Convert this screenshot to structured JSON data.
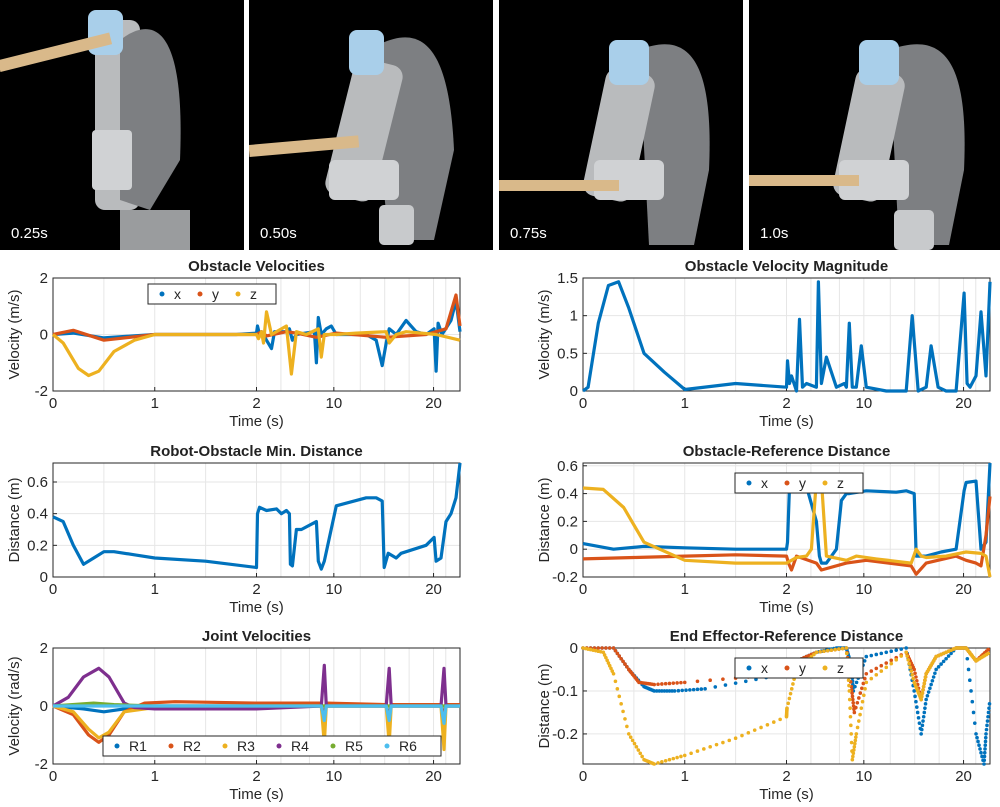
{
  "photos": [
    {
      "label": "0.25s"
    },
    {
      "label": "0.50s"
    },
    {
      "label": "0.75s"
    },
    {
      "label": "1.0s"
    }
  ],
  "colors": {
    "blue": "#0072BD",
    "orange": "#D95319",
    "yellow": "#EDB120",
    "purple": "#7E2F8E",
    "green": "#77AC30",
    "cyan": "#4DBEEE"
  },
  "chart_data": [
    {
      "type": "line",
      "title": "Obstacle Velocities",
      "xlabel": "Time (s)",
      "ylabel": "Velocity (m/s)",
      "xticks": [
        "0",
        "1",
        "2",
        "10",
        "20"
      ],
      "yticks": [
        "-2",
        "0",
        "2"
      ],
      "ylim": [
        -2,
        2
      ],
      "legend": "top",
      "grid": true,
      "series": [
        {
          "name": "x",
          "color": "blue",
          "x": [
            0,
            0.2,
            0.5,
            1.0,
            1.8,
            2.0,
            2.1,
            2.3,
            2.5,
            3.0,
            3.5,
            3.8,
            5.0,
            5.3,
            5.6,
            6.0,
            7.8,
            8.0,
            8.2,
            8.5,
            9.0,
            9.5,
            10.0,
            13.0,
            14.0,
            14.6,
            15.0,
            15.3,
            16.0,
            17.0,
            18.0,
            19.0,
            19.8,
            20.0,
            20.2,
            20.6,
            21.5,
            22.0,
            22.4
          ],
          "y": [
            0,
            0.05,
            -0.12,
            0,
            0,
            0.05,
            0.3,
            0,
            0.1,
            -0.2,
            -0.5,
            0.1,
            0.1,
            0.2,
            -0.2,
            0,
            0.1,
            -1.0,
            0.6,
            0,
            0.2,
            0.3,
            0,
            0,
            -0.2,
            -1.1,
            -0.3,
            0.2,
            0,
            0.5,
            0.1,
            0,
            0.2,
            -1.3,
            0.4,
            0,
            0.5,
            1.2,
            0.1
          ]
        },
        {
          "name": "y",
          "color": "orange",
          "x": [
            0,
            0.2,
            0.5,
            1.0,
            2.0,
            2.5,
            3.0,
            5.0,
            6.0,
            8.0,
            10.0,
            15.0,
            19.0,
            21.0,
            22.0,
            22.4
          ],
          "y": [
            0,
            0.15,
            -0.2,
            0,
            0,
            0.1,
            -0.05,
            0.1,
            0.05,
            -0.1,
            0.05,
            -0.1,
            0,
            0.2,
            1.4,
            0.3
          ]
        },
        {
          "name": "z",
          "color": "yellow",
          "x": [
            0,
            0.1,
            0.25,
            0.35,
            0.45,
            0.6,
            0.8,
            1.0,
            2.0,
            2.2,
            2.5,
            2.7,
            3.0,
            3.5,
            5.0,
            5.5,
            6.0,
            7.0,
            8.2,
            8.5,
            8.8,
            10.0,
            12.0,
            15.0,
            15.3,
            16.0,
            17.0,
            20.0,
            22.4
          ],
          "y": [
            0,
            -0.3,
            -1.2,
            -1.45,
            -1.3,
            -0.6,
            -0.2,
            0,
            0,
            -0.15,
            0.1,
            -0.3,
            0.8,
            0,
            0.3,
            -1.4,
            0.1,
            0,
            0.2,
            -0.8,
            0,
            0,
            0.05,
            0.1,
            -0.3,
            0,
            0.1,
            0,
            -0.2
          ]
        }
      ]
    },
    {
      "type": "line",
      "title": "Obstacle Velocity Magnitude",
      "xlabel": "Time (s)",
      "ylabel": "Velocity (m/s)",
      "xticks": [
        "0",
        "1",
        "2",
        "10",
        "20"
      ],
      "yticks": [
        "0",
        "0.5",
        "1",
        "1.5"
      ],
      "ylim": [
        0,
        1.5
      ],
      "grid": true,
      "series": [
        {
          "name": "",
          "color": "blue",
          "x": [
            0,
            0.05,
            0.15,
            0.25,
            0.35,
            0.45,
            0.6,
            0.8,
            1.0,
            1.5,
            2.0,
            2.1,
            2.3,
            2.5,
            3.0,
            3.3,
            3.6,
            4.0,
            5.0,
            5.2,
            5.5,
            6.0,
            7.0,
            7.8,
            8.0,
            8.3,
            8.6,
            9.0,
            9.5,
            10.0,
            12.0,
            14.0,
            14.6,
            15.2,
            16.0,
            16.5,
            17.2,
            18.0,
            19.0,
            19.8,
            20.1,
            20.4,
            21.0,
            21.5,
            22.0,
            22.4
          ],
          "y": [
            0,
            0.05,
            0.9,
            1.4,
            1.45,
            1.1,
            0.5,
            0.25,
            0.02,
            0.1,
            0.05,
            0.4,
            0.1,
            0.2,
            0,
            0.95,
            0.05,
            0.1,
            0.05,
            1.45,
            0.1,
            0.45,
            0.05,
            0.1,
            0.05,
            0.9,
            0.05,
            0.05,
            0.6,
            0.05,
            0,
            0,
            1.0,
            0,
            0.05,
            0.6,
            0.05,
            0,
            0,
            1.3,
            0.1,
            0.05,
            0.2,
            1.05,
            0.2,
            1.45
          ]
        }
      ]
    },
    {
      "type": "line",
      "title": "Robot-Obstacle Min. Distance",
      "xlabel": "Time (s)",
      "ylabel": "Distance (m)",
      "xticks": [
        "0",
        "1",
        "2",
        "10",
        "20"
      ],
      "yticks": [
        "0",
        "0.2",
        "0.4",
        "0.6"
      ],
      "ylim": [
        0,
        0.72
      ],
      "grid": true,
      "series": [
        {
          "name": "",
          "color": "blue",
          "x": [
            0,
            0.1,
            0.2,
            0.3,
            0.4,
            0.5,
            0.6,
            0.8,
            1.0,
            1.5,
            2.0,
            2.1,
            2.3,
            3.0,
            4.0,
            4.5,
            5.0,
            5.3,
            5.4,
            5.6,
            6.0,
            6.5,
            8.0,
            8.2,
            8.5,
            8.8,
            10.0,
            13.0,
            14.0,
            14.6,
            14.8,
            15.2,
            16.0,
            16.5,
            19.0,
            19.8,
            20.0,
            20.5,
            21.0,
            21.5,
            22.0,
            22.4
          ],
          "y": [
            0.38,
            0.35,
            0.2,
            0.08,
            0.12,
            0.16,
            0.16,
            0.14,
            0.12,
            0.1,
            0.06,
            0.4,
            0.44,
            0.42,
            0.43,
            0.4,
            0.42,
            0.4,
            0.08,
            0.07,
            0.3,
            0.3,
            0.35,
            0.1,
            0.05,
            0.1,
            0.45,
            0.5,
            0.5,
            0.48,
            0.06,
            0.15,
            0.12,
            0.15,
            0.2,
            0.25,
            0.1,
            0.12,
            0.35,
            0.4,
            0.5,
            0.72
          ]
        }
      ]
    },
    {
      "type": "line",
      "title": "Obstacle-Reference Distance",
      "xlabel": "Time (s)",
      "ylabel": "Distance (m)",
      "xticks": [
        "0",
        "1",
        "2",
        "10",
        "20"
      ],
      "yticks": [
        "-0.2",
        "0",
        "0.2",
        "0.4",
        "0.6"
      ],
      "ylim": [
        -0.2,
        0.62
      ],
      "legend": "top",
      "grid": true,
      "series": [
        {
          "name": "x",
          "color": "blue",
          "x": [
            0,
            0.3,
            0.6,
            1.0,
            1.5,
            2.0,
            2.1,
            2.3,
            2.6,
            3.0,
            3.5,
            4.0,
            5.0,
            5.3,
            5.5,
            6.0,
            7.0,
            7.5,
            8.0,
            8.3,
            10.0,
            13.0,
            14.0,
            14.8,
            15.0,
            16.0,
            17.5,
            19.0,
            19.8,
            20.0,
            21.0,
            21.5,
            22.0,
            22.4
          ],
          "y": [
            0.04,
            0.0,
            0.02,
            0.01,
            0.0,
            0.0,
            0.05,
            0.45,
            0.5,
            0.42,
            0.44,
            0.45,
            0.2,
            -0.05,
            -0.1,
            -0.1,
            0.0,
            0.35,
            0.4,
            0.4,
            0.42,
            0.41,
            0.42,
            0.4,
            -0.05,
            -0.05,
            -0.02,
            0.0,
            0.42,
            0.48,
            0.49,
            0.0,
            0.05,
            0.62
          ]
        },
        {
          "name": "y",
          "color": "orange",
          "x": [
            0,
            0.5,
            1.0,
            1.5,
            2.0,
            2.2,
            2.5,
            3.0,
            5.0,
            5.5,
            8.0,
            10.0,
            14.5,
            15.0,
            16.0,
            19.0,
            20.0,
            21.0,
            21.5,
            22.0,
            22.4
          ],
          "y": [
            -0.07,
            -0.06,
            -0.05,
            -0.04,
            -0.05,
            -0.1,
            -0.15,
            -0.05,
            -0.1,
            -0.15,
            -0.1,
            -0.08,
            -0.12,
            -0.18,
            -0.1,
            -0.05,
            -0.08,
            -0.1,
            -0.12,
            0.1,
            0.38
          ]
        },
        {
          "name": "z",
          "color": "yellow",
          "x": [
            0,
            0.2,
            0.4,
            0.6,
            1.0,
            1.5,
            2.0,
            2.5,
            3.0,
            4.0,
            4.5,
            5.0,
            5.5,
            6.0,
            8.0,
            9.0,
            11.0,
            14.5,
            15.0,
            15.5,
            16.0,
            18.0,
            20.0,
            21.5,
            22.0,
            22.4
          ],
          "y": [
            0.44,
            0.43,
            0.3,
            0.05,
            -0.08,
            -0.1,
            -0.1,
            -0.08,
            -0.06,
            -0.05,
            0.0,
            0.5,
            0.5,
            -0.05,
            -0.08,
            -0.05,
            -0.07,
            -0.1,
            0.0,
            -0.05,
            -0.06,
            -0.05,
            -0.02,
            -0.03,
            -0.05,
            -0.2
          ]
        }
      ]
    },
    {
      "type": "line",
      "title": "Joint Velocities",
      "xlabel": "Time (s)",
      "ylabel": "Velocity (rad/s)",
      "xticks": [
        "0",
        "1",
        "2",
        "10",
        "20"
      ],
      "yticks": [
        "-2",
        "0",
        "2"
      ],
      "ylim": [
        -2,
        2
      ],
      "legend": "bottom",
      "grid": true,
      "series": [
        {
          "name": "R1",
          "color": "blue",
          "x": [
            0,
            0.3,
            0.5,
            0.8,
            1.0,
            2.0,
            8.5,
            8.8,
            9.0,
            15.0,
            15.3,
            15.5,
            20.5,
            20.8,
            21.0,
            22.4
          ],
          "y": [
            0,
            -0.1,
            -0.2,
            -0.05,
            0,
            0,
            0,
            -0.3,
            0,
            0,
            -0.3,
            0,
            0,
            -0.3,
            0,
            0
          ]
        },
        {
          "name": "R2",
          "color": "orange",
          "x": [
            0,
            0.2,
            0.35,
            0.45,
            0.55,
            0.7,
            0.9,
            1.2,
            2.0,
            8.5,
            8.8,
            9.0,
            15.0,
            15.3,
            15.5,
            20.5,
            20.8,
            21.0,
            22.4
          ],
          "y": [
            0,
            -0.3,
            -1.0,
            -1.25,
            -1.0,
            -0.2,
            0.1,
            0.15,
            0.1,
            0.1,
            -0.6,
            0.1,
            0.05,
            -0.5,
            0.05,
            0.05,
            -0.5,
            0.05,
            0.05
          ]
        },
        {
          "name": "R3",
          "color": "yellow",
          "x": [
            0,
            0.2,
            0.35,
            0.45,
            0.55,
            0.7,
            1.0,
            2.0,
            8.5,
            8.8,
            9.0,
            15.0,
            15.3,
            15.5,
            20.5,
            20.8,
            21.0,
            22.4
          ],
          "y": [
            0,
            -0.2,
            -0.8,
            -1.1,
            -0.9,
            -0.2,
            -0.05,
            0,
            0,
            -1.3,
            0,
            0,
            -1.3,
            0,
            0,
            -1.5,
            0,
            0
          ]
        },
        {
          "name": "R4",
          "color": "purple",
          "x": [
            0,
            0.15,
            0.3,
            0.45,
            0.55,
            0.7,
            0.8,
            1.0,
            2.0,
            8.5,
            8.8,
            9.0,
            15.0,
            15.3,
            15.5,
            20.5,
            20.8,
            21.0,
            22.4
          ],
          "y": [
            0,
            0.3,
            1.0,
            1.3,
            1.0,
            0.1,
            -0.05,
            -0.1,
            -0.1,
            0,
            1.4,
            0,
            0,
            1.3,
            0,
            0,
            1.3,
            0,
            0
          ]
        },
        {
          "name": "R5",
          "color": "green",
          "x": [
            0,
            0.4,
            0.6,
            1.0,
            22.4
          ],
          "y": [
            0,
            0.1,
            0.05,
            0,
            0
          ]
        },
        {
          "name": "R6",
          "color": "cyan",
          "x": [
            0,
            2.0,
            8.5,
            8.8,
            9.0,
            15.0,
            15.3,
            15.5,
            20.5,
            20.8,
            21.0,
            22.4
          ],
          "y": [
            0,
            0,
            0,
            -0.5,
            0,
            0,
            -0.5,
            0,
            0,
            -0.6,
            0,
            0
          ]
        }
      ]
    },
    {
      "type": "scatter",
      "title": "End Effector-Reference Distance",
      "xlabel": "Time (s)",
      "ylabel": "Distance (m)",
      "xticks": [
        "0",
        "1",
        "2",
        "10",
        "20"
      ],
      "yticks": [
        "0",
        "-0.1",
        "-0.2"
      ],
      "ylim": [
        -0.27,
        0
      ],
      "legend": "top",
      "grid": true,
      "series": [
        {
          "name": "x",
          "color": "blue",
          "x": [
            0,
            0.3,
            0.45,
            0.6,
            0.7,
            0.9,
            1.2,
            2.0,
            3.0,
            5.0,
            7.0,
            8.0,
            8.5,
            8.7,
            10.0,
            14.0,
            14.8,
            15.5,
            16.0,
            17.0,
            19.0,
            20.0,
            21.0,
            21.8,
            22.0,
            22.4
          ],
          "y": [
            0,
            0,
            -0.05,
            -0.09,
            -0.1,
            -0.1,
            -0.095,
            -0.06,
            -0.03,
            -0.01,
            0,
            0,
            -0.04,
            -0.1,
            -0.02,
            0,
            -0.1,
            -0.2,
            -0.12,
            -0.05,
            0,
            0,
            -0.2,
            -0.27,
            -0.2,
            -0.12
          ]
        },
        {
          "name": "y",
          "color": "orange",
          "x": [
            0,
            0.3,
            0.45,
            0.55,
            0.7,
            1.0,
            2.0,
            3.0,
            5.0,
            8.0,
            8.5,
            8.8,
            10.0,
            14.0,
            14.8,
            15.5,
            16.0,
            17.0,
            19.0,
            20.0,
            21.0,
            22.4
          ],
          "y": [
            0,
            0,
            -0.05,
            -0.08,
            -0.085,
            -0.08,
            -0.06,
            -0.03,
            -0.01,
            0,
            -0.09,
            -0.15,
            -0.06,
            -0.01,
            -0.05,
            -0.12,
            -0.06,
            -0.02,
            0,
            0,
            -0.03,
            0
          ]
        },
        {
          "name": "z",
          "color": "yellow",
          "x": [
            0,
            0.2,
            0.3,
            0.45,
            0.6,
            0.7,
            1.0,
            1.5,
            2.0,
            2.05,
            3.0,
            5.0,
            8.0,
            8.3,
            8.6,
            9.0,
            10.0,
            14.0,
            14.8,
            15.5,
            16.0,
            17.0,
            19.0,
            20.0,
            21.0,
            22.4
          ],
          "y": [
            0,
            -0.01,
            -0.06,
            -0.2,
            -0.26,
            -0.27,
            -0.25,
            -0.21,
            -0.16,
            -0.14,
            -0.05,
            -0.01,
            0,
            -0.1,
            -0.26,
            -0.2,
            -0.08,
            -0.01,
            -0.08,
            -0.12,
            -0.06,
            -0.02,
            0,
            0,
            -0.03,
            -0.01
          ]
        }
      ]
    }
  ]
}
